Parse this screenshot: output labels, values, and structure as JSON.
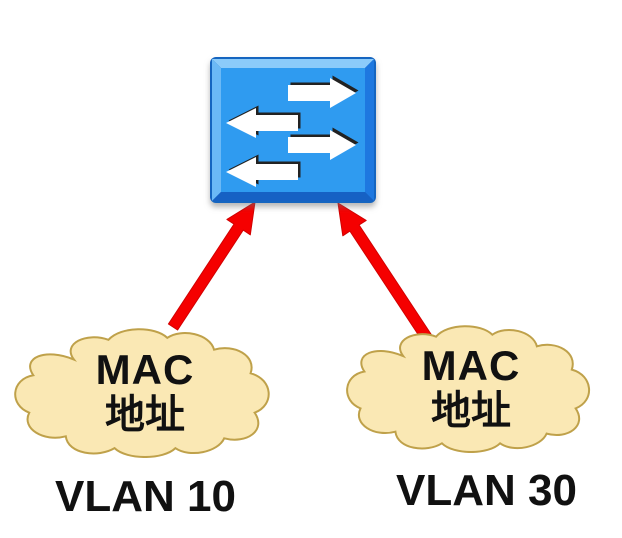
{
  "diagram": {
    "type": "network-topology",
    "description_visible_elements": "one ethernet switch, two clouds with red arrows pointing to the switch"
  },
  "colors": {
    "background": "#ffffff",
    "switch_face": "#2F9BF0",
    "switch_bevel_top": "#8BCBFA",
    "switch_bevel_left": "#6BB9F6",
    "switch_bevel_right": "#1E78E0",
    "switch_bevel_bottom": "#1661C4",
    "switch_outline": "#1565C0",
    "switch_arrow_fill": "#ffffff",
    "switch_arrow_shadow": "#222222",
    "cloud_fill": "#FAE8B4",
    "cloud_stroke": "#BFA14A",
    "flow_arrow_fill": "#F50000",
    "flow_arrow_edge": "#D10000",
    "text": "#111111"
  },
  "switch": {
    "icon": "ethernet-switch-icon"
  },
  "clouds": [
    {
      "text_line1": "MAC",
      "text_line2": "地址",
      "label": "VLAN 10"
    },
    {
      "text_line1": "MAC",
      "text_line2": "地址",
      "label": "VLAN 30"
    }
  ],
  "arrows": [
    {
      "from": "VLAN 10",
      "to": "switch"
    },
    {
      "from": "VLAN 30",
      "to": "switch"
    }
  ]
}
